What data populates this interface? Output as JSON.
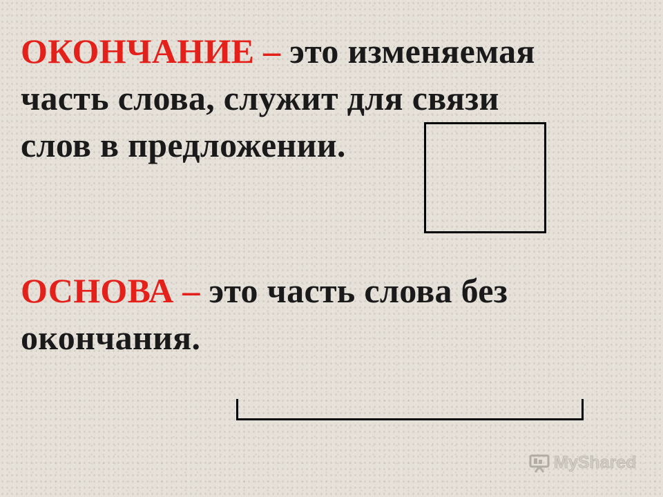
{
  "ending_definition": {
    "term": "ОКОНЧАНИЕ",
    "dash": "–",
    "line1_rest": "это изменяемая",
    "line2": "часть слова, служит для связи",
    "line3": "слов в предложении."
  },
  "stem_definition": {
    "term": "ОСНОВА",
    "dash": "–",
    "line1_rest": "это часть слова без",
    "line2": "окончания."
  },
  "watermark": {
    "text": "MyShared",
    "icon": "presentation-icon"
  },
  "colors": {
    "term": "#e4201a",
    "text": "#1a1a1a",
    "background": "#e5e0d8"
  }
}
